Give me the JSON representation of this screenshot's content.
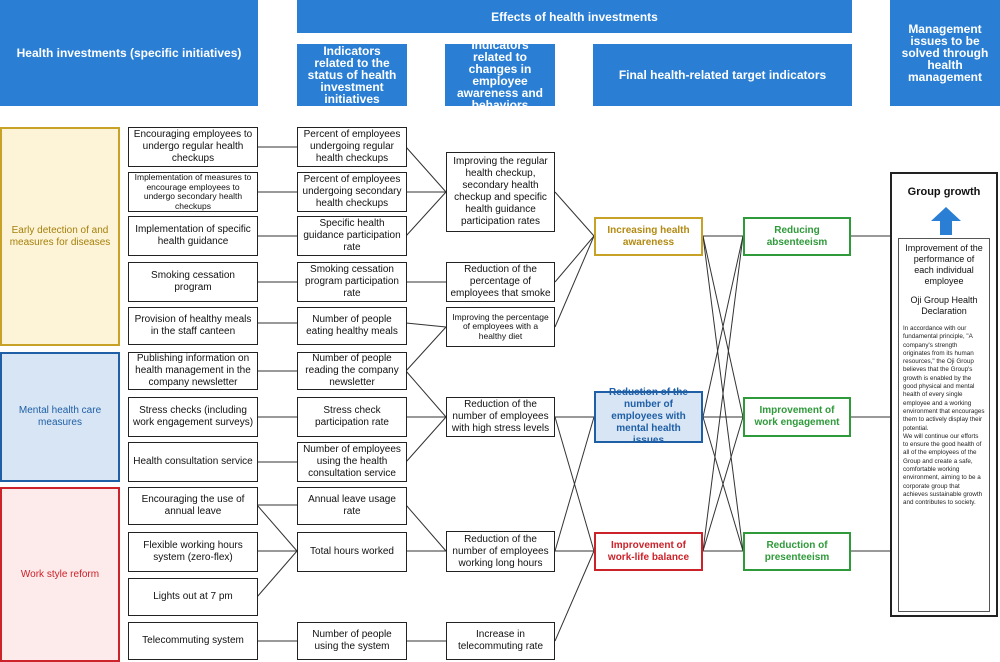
{
  "headers": {
    "investments": "Health investments (specific initiatives)",
    "effects": "Effects of health investments",
    "status_indicators": "Indicators related to the status of health investment initiatives",
    "change_indicators": "Indicators related to changes in employee awareness and behaviors",
    "final_indicators": "Final health-related target indicators",
    "management": "Management issues to be solved through health management"
  },
  "categories": [
    {
      "label": "Early detection of and measures for diseases"
    },
    {
      "label": "Mental health care measures"
    },
    {
      "label": "Work style reform"
    }
  ],
  "initiatives": [
    {
      "label": "Encouraging employees to undergo regular health checkups"
    },
    {
      "label": "Implementation of measures to encourage employees to undergo secondary health checkups"
    },
    {
      "label": "Implementation of specific health guidance"
    },
    {
      "label": "Smoking cessation program"
    },
    {
      "label": "Provision of healthy meals in the staff canteen"
    },
    {
      "label": "Publishing information on health management in the company newsletter"
    },
    {
      "label": "Stress checks (including work engagement surveys)"
    },
    {
      "label": "Health consultation service"
    },
    {
      "label": "Encouraging the use of annual leave"
    },
    {
      "label": "Flexible working hours system (zero-flex)"
    },
    {
      "label": "Lights out at 7 pm"
    },
    {
      "label": "Telecommuting system"
    }
  ],
  "status_indicators": [
    {
      "label": "Percent of employees undergoing regular health checkups"
    },
    {
      "label": "Percent of employees undergoing secondary health checkups"
    },
    {
      "label": "Specific health guidance participation rate"
    },
    {
      "label": "Smoking cessation program participation rate"
    },
    {
      "label": "Number of people eating healthy meals"
    },
    {
      "label": "Number of people reading the company newsletter"
    },
    {
      "label": "Stress check participation rate"
    },
    {
      "label": "Number of employees using the health consultation service"
    },
    {
      "label": "Annual leave usage rate"
    },
    {
      "label": "Total hours worked"
    },
    {
      "label": "Number of people using the system"
    }
  ],
  "change_indicators": [
    {
      "label": "Improving the regular health checkup, secondary health checkup and specific health guidance participation rates"
    },
    {
      "label": "Reduction of the percentage of employees that smoke"
    },
    {
      "label": "Improving the percentage of employees with a healthy diet"
    },
    {
      "label": "Reduction of the number of employees with high stress levels"
    },
    {
      "label": "Reduction of the number of employees working long hours"
    },
    {
      "label": "Increase in telecommuting rate"
    }
  ],
  "outcomes": [
    {
      "label": "Increasing health awareness"
    },
    {
      "label": "Reduction of the number of employees with mental health issues"
    },
    {
      "label": "Improvement of work-life balance"
    }
  ],
  "final_targets": [
    {
      "label": "Reducing absenteeism"
    },
    {
      "label": "Improvement of work engagement"
    },
    {
      "label": "Reduction of presenteeism"
    }
  ],
  "growth": {
    "title": "Group growth",
    "arrow_icon": "up-arrow-icon",
    "improvement": "Improvement of the performance of each individual employee",
    "declaration_title": "Oji Group Health Declaration",
    "declaration_p1": "In accordance with our fundamental principle, \"A company's strength originates from its human resources,\" the Oji Group believes that the Group's growth is enabled by the good physical and mental health of every single employee and a working environment that encourages them to actively display their potential.",
    "declaration_p2": "We will continue our efforts to ensure the good health of all of the employees of the Group and create a safe, comfortable working environment, aiming to be a corporate group that achieves sustainable growth and contributes to society."
  },
  "colors": {
    "header_blue": "#2a7fd4",
    "yellow": "#c8a227",
    "blue": "#1f5fa6",
    "red": "#cc2229",
    "green": "#2f9a3a"
  }
}
